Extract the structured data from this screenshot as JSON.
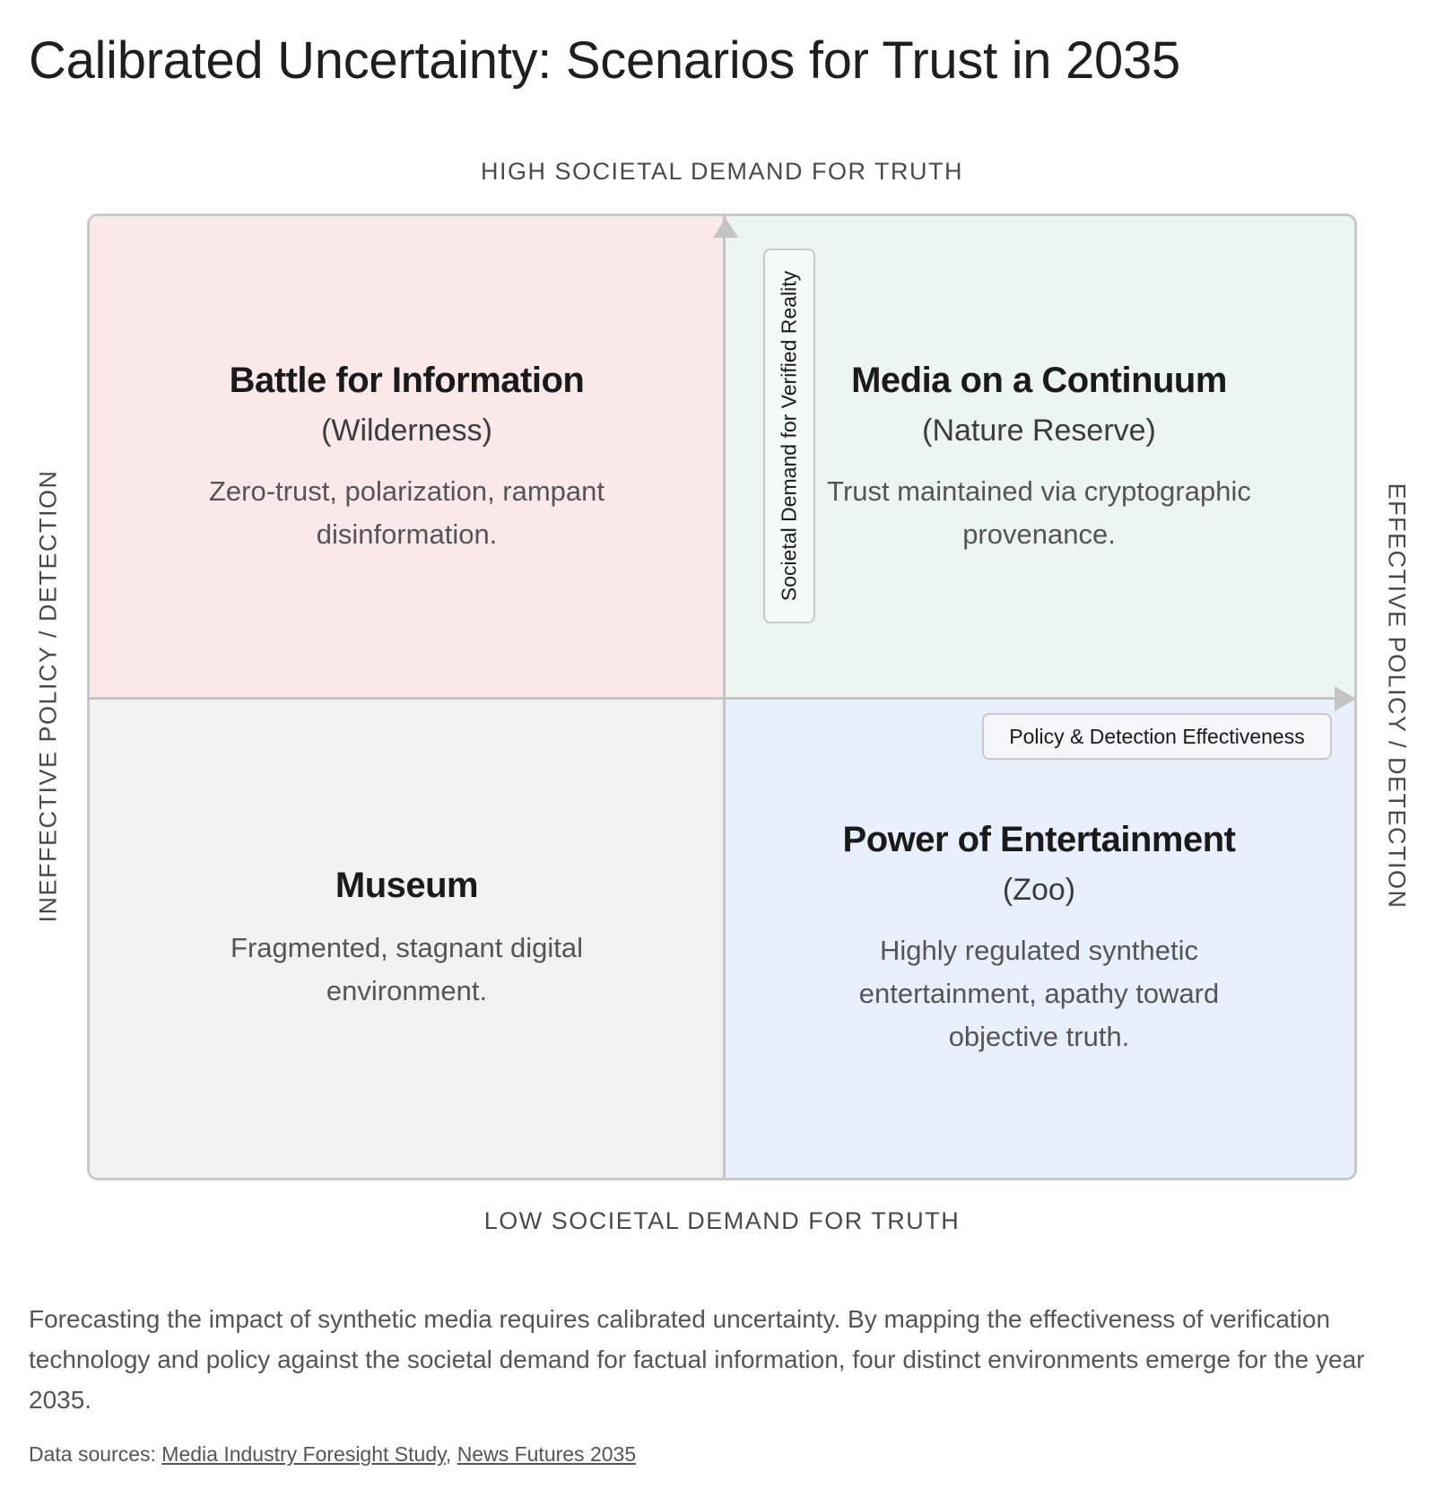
{
  "title": "Calibrated Uncertainty: Scenarios for Trust in 2035",
  "axes": {
    "top": "HIGH SOCIETAL DEMAND FOR TRUTH",
    "bottom": "LOW SOCIETAL DEMAND FOR TRUTH",
    "left": "INEFFECTIVE POLICY / DETECTION",
    "right": "EFFECTIVE POLICY / DETECTION",
    "vertical_arrow_label": "Societal Demand for Verified Reality",
    "horizontal_arrow_label": "Policy & Detection Effectiveness"
  },
  "quadrants": {
    "top_left": {
      "name": "Battle for Information",
      "subtitle": "(Wilderness)",
      "description": "Zero-trust, polarization, rampant disinformation.",
      "color": "#fbe9ea"
    },
    "top_right": {
      "name": "Media on a Continuum",
      "subtitle": "(Nature Reserve)",
      "description": "Trust maintained via cryptographic provenance.",
      "color": "#ecf6ee"
    },
    "bottom_left": {
      "name": "Museum",
      "subtitle": "",
      "description": "Fragmented, stagnant digital environment.",
      "color": "#f2f2f2"
    },
    "bottom_right": {
      "name": "Power of Entertainment",
      "subtitle": "(Zoo)",
      "description": "Highly regulated synthetic entertainment, apathy toward objective truth.",
      "color": "#e9f0fd"
    }
  },
  "caption": "Forecasting the impact of synthetic media requires calibrated uncertainty. By mapping the effectiveness of verification technology and policy against the societal demand for factual information, four distinct environments emerge for the year 2035.",
  "sources": {
    "prefix": "Data sources:",
    "links": [
      "Media Industry Foresight Study",
      "News Futures 2035"
    ],
    "separator": ","
  }
}
